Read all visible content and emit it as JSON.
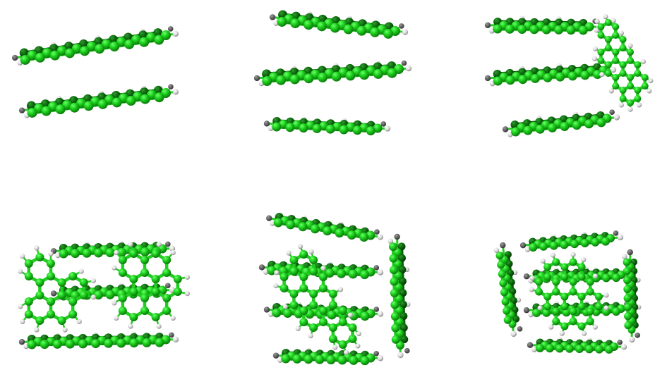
{
  "figure": {
    "panels": [
      {
        "id": "panel-1",
        "motif": "stacked",
        "layers": 2,
        "side_units": 0,
        "note": ""
      },
      {
        "id": "panel-2",
        "motif": "stacked",
        "layers": 3,
        "side_units": 0,
        "note": ""
      },
      {
        "id": "panel-3",
        "motif": "stacked",
        "layers": 3,
        "side_units": 1,
        "note": ""
      },
      {
        "id": "panel-4",
        "motif": "face-on-pair",
        "layers": 3,
        "side_units": 0,
        "note": ""
      },
      {
        "id": "panel-5",
        "motif": "stacked",
        "layers": 4,
        "side_units": 1,
        "note": ""
      },
      {
        "id": "panel-6",
        "motif": "stacked",
        "layers": 4,
        "side_units": 3,
        "note": ""
      }
    ]
  },
  "colors": {
    "carbon_light": "#2fd62f",
    "carbon": "#13b613",
    "carbon_dark": "#0a5e0a",
    "bond": "#22cc22",
    "hydrogen": "#e6e6e6",
    "hydrogen_edge": "#8a8a8a",
    "hydrogen_dark": "#5a5a5a",
    "background": "#ffffff"
  },
  "atom_types": [
    "carbon",
    "hydrogen"
  ]
}
